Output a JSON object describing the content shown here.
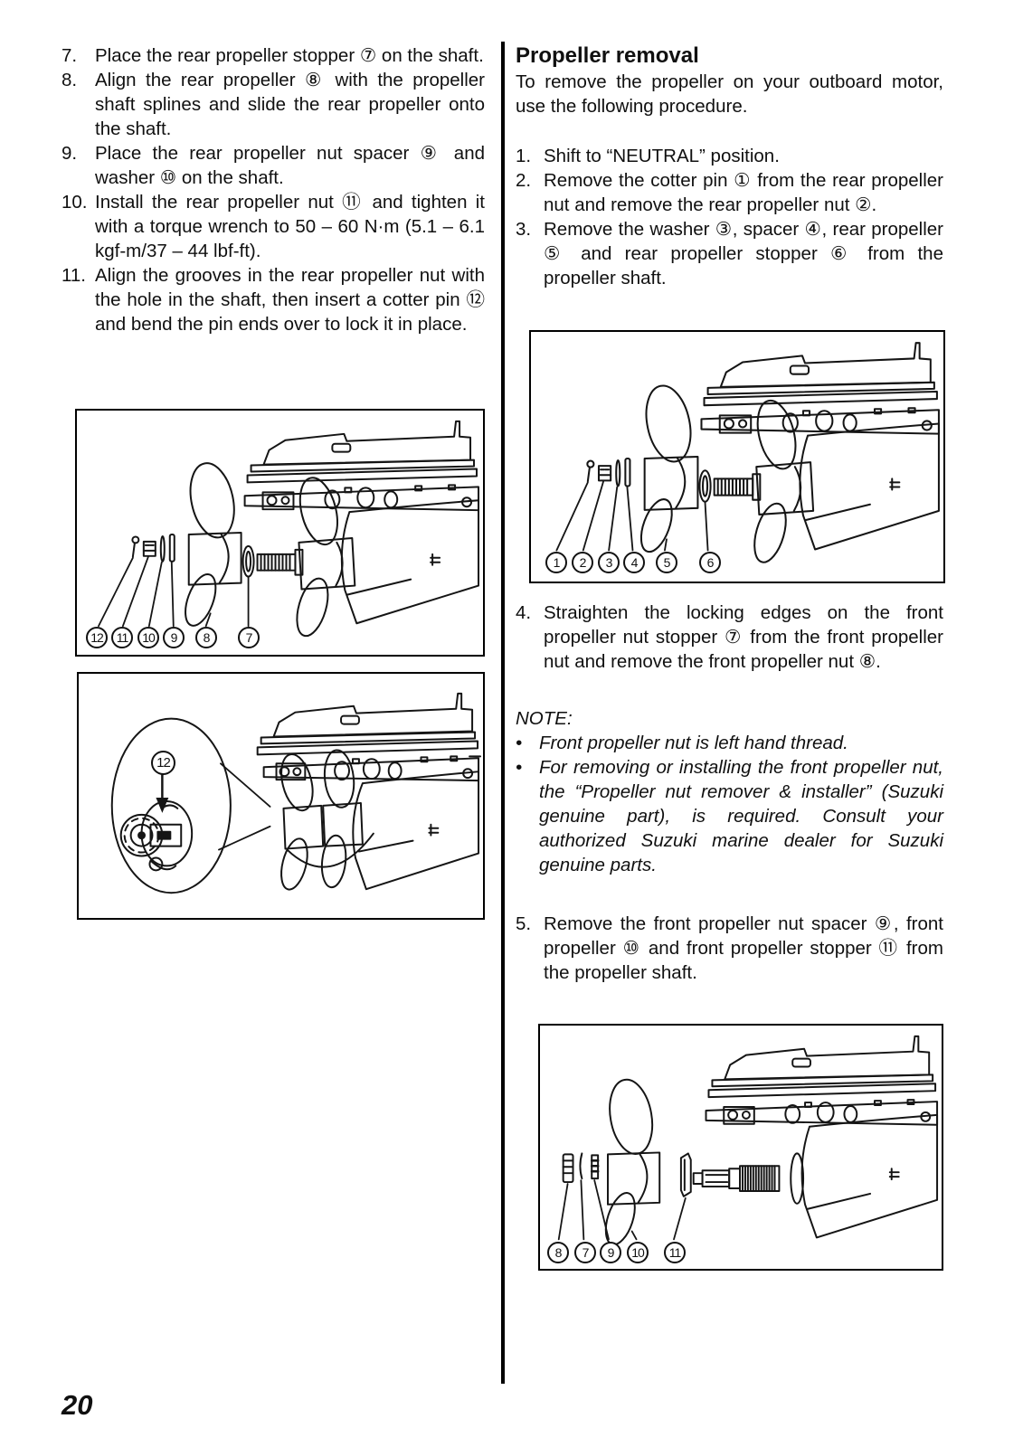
{
  "page": {
    "number": "20"
  },
  "left_column": {
    "steps": [
      {
        "num": "7.",
        "text": "Place the rear propeller stopper ⑦ on the shaft."
      },
      {
        "num": "8.",
        "text": "Align the rear propeller ⑧ with the propeller shaft splines and slide the rear propeller onto the shaft."
      },
      {
        "num": "9.",
        "text": "Place the rear propeller nut spacer ⑨ and washer ⑩ on the shaft."
      },
      {
        "num": "10.",
        "text": "Install the rear propeller nut ⑪ and tighten it with a torque wrench to 50 – 60 N·m (5.1 – 6.1 kgf-m/37 – 44 lbf-ft)."
      },
      {
        "num": "11.",
        "text": "Align the grooves in the rear propeller nut with the hole in the shaft, then insert a cotter pin ⑫ and bend the pin ends over to lock it in place."
      }
    ]
  },
  "right_column": {
    "heading": "Propeller removal",
    "intro": "To remove the propeller on your outboard motor, use the following procedure.",
    "steps": [
      {
        "num": "1.",
        "text": "Shift to “NEUTRAL” position."
      },
      {
        "num": "2.",
        "text": "Remove the cotter pin ① from the rear propeller nut and remove the rear propeller nut ②."
      },
      {
        "num": "3.",
        "text": "Remove the washer ③, spacer ④, rear propeller ⑤ and rear propeller stopper ⑥ from the propeller shaft."
      }
    ],
    "step4": {
      "num": "4.",
      "text": "Straighten the locking edges on the front propeller nut stopper ⑦ from the front propeller nut and remove the front propeller nut ⑧."
    },
    "note": {
      "label": "NOTE:",
      "bullet": "•",
      "items": [
        "Front propeller nut is left hand thread.",
        "For removing or installing the front propeller nut, the “Propeller nut remover & installer” (Suzuki genuine part), is required. Consult your authorized Suzuki marine dealer for Suzuki genuine parts."
      ]
    },
    "step5": {
      "num": "5.",
      "text": "Remove the front propeller nut spacer ⑨, front propeller ⑩ and front propeller stopper ⑪ from the propeller shaft."
    }
  },
  "diagrams": {
    "install_all": {
      "labels": [
        "12",
        "11",
        "10",
        "9",
        "8",
        "7"
      ]
    },
    "cotter_pin": {
      "labels": [
        "12"
      ]
    },
    "remove_rear": {
      "labels": [
        "1",
        "2",
        "3",
        "4",
        "5",
        "6"
      ]
    },
    "remove_front": {
      "labels": [
        "8",
        "7",
        "9",
        "10",
        "11"
      ]
    }
  }
}
